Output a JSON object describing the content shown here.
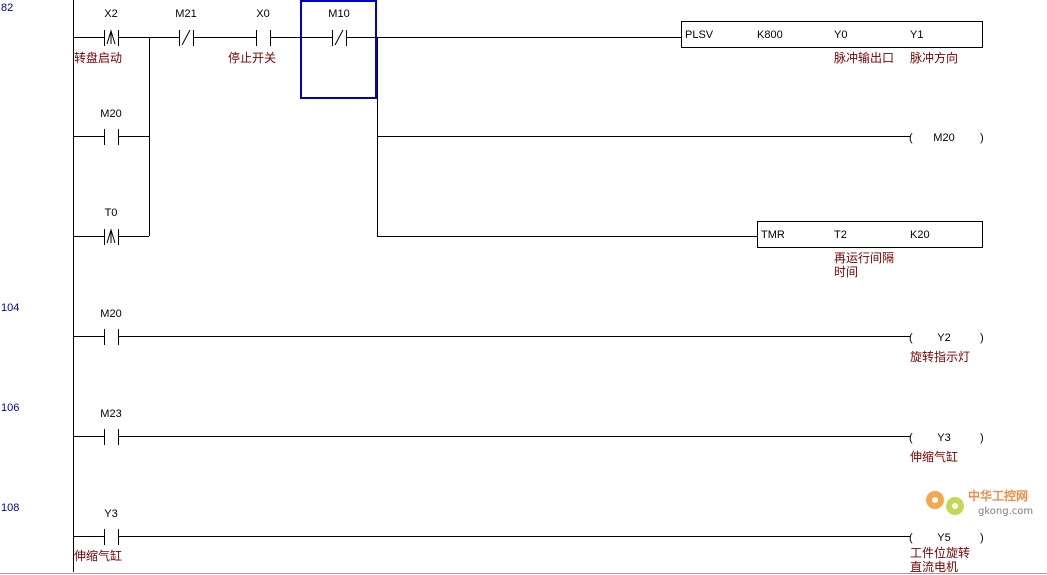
{
  "rungs": [
    {
      "step": "82",
      "contacts": {
        "x2": "X2",
        "m21": "M21",
        "x0": "X0",
        "m10": "M10",
        "m20": "M20",
        "t0": "T0"
      },
      "comments": {
        "x2": "转盘启动",
        "x0": "停止开关"
      },
      "plsv": {
        "op": "PLSV",
        "a": "K800",
        "b": "Y0",
        "c": "Y1",
        "b_comment": "脉冲输出口",
        "c_comment": "脉冲方向"
      },
      "coil": "M20",
      "tmr": {
        "op": "TMR",
        "a": "T2",
        "b": "K20",
        "a_comment_1": "再运行间隔",
        "a_comment_2": "时间"
      }
    },
    {
      "step": "104",
      "contact": "M20",
      "coil": "Y2",
      "coil_comment": "旋转指示灯"
    },
    {
      "step": "106",
      "contact": "M23",
      "coil": "Y3",
      "coil_comment": "伸缩气缸"
    },
    {
      "step": "108",
      "contact": "Y3",
      "contact_comment": "伸缩气缸",
      "coil": "Y5",
      "coil_comment_1": "工件位旋转",
      "coil_comment_2": "直流电机"
    }
  ],
  "cursor_color": "#0000cc",
  "watermark": {
    "brand": "中华工控网",
    "domain": "gkong.com"
  }
}
